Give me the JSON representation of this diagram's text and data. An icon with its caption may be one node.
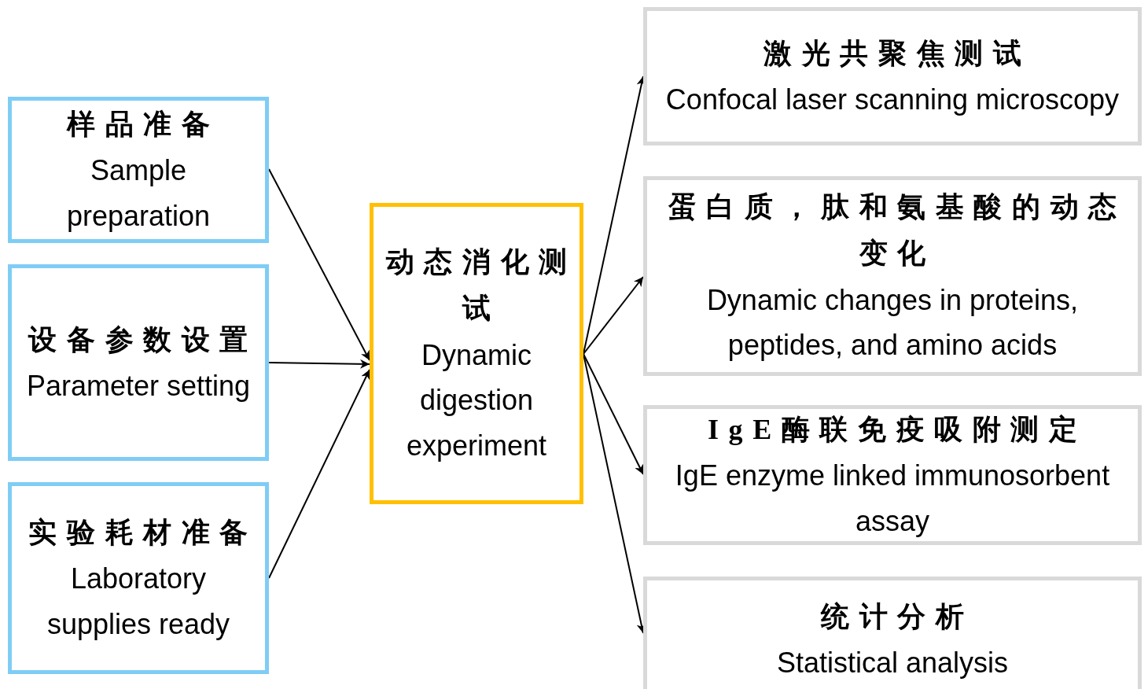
{
  "diagram": {
    "nodes": [
      {
        "text": [
          "样品准备",
          "Sample preparation"
        ]
      },
      {
        "text": [
          "设备参数设置",
          "Parameter setting"
        ]
      },
      {
        "text": [
          "实验耗材准备",
          "Laboratory supplies ready"
        ]
      },
      {
        "text": [
          "动态消化测试",
          "Dynamic digestion experiment"
        ]
      },
      {
        "text": [
          "激光共聚焦测试",
          "Confocal laser scanning microscopy"
        ]
      },
      {
        "text": [
          "蛋白质，肽和氨基酸的动态变化",
          "Dynamic changes in proteins, peptides, and amino acids"
        ]
      },
      {
        "text": [
          "IgE酶联免疫吸附测定",
          "IgE enzyme linked immunosorbent assay"
        ]
      },
      {
        "text": [
          "统计分析",
          "Statistical analysis"
        ]
      }
    ],
    "edges": [
      {
        "from": 0,
        "to": 3,
        "arrow": "to"
      },
      {
        "from": 1,
        "to": 3,
        "arrow": "to"
      },
      {
        "from": 2,
        "to": 3,
        "arrow": "to"
      },
      {
        "from": 3,
        "to": 4,
        "arrow": "to"
      },
      {
        "from": 3,
        "to": 5,
        "arrow": "to"
      },
      {
        "from": 3,
        "to": 6,
        "arrow": "to"
      },
      {
        "from": 3,
        "to": 7,
        "arrow": "to"
      }
    ]
  }
}
